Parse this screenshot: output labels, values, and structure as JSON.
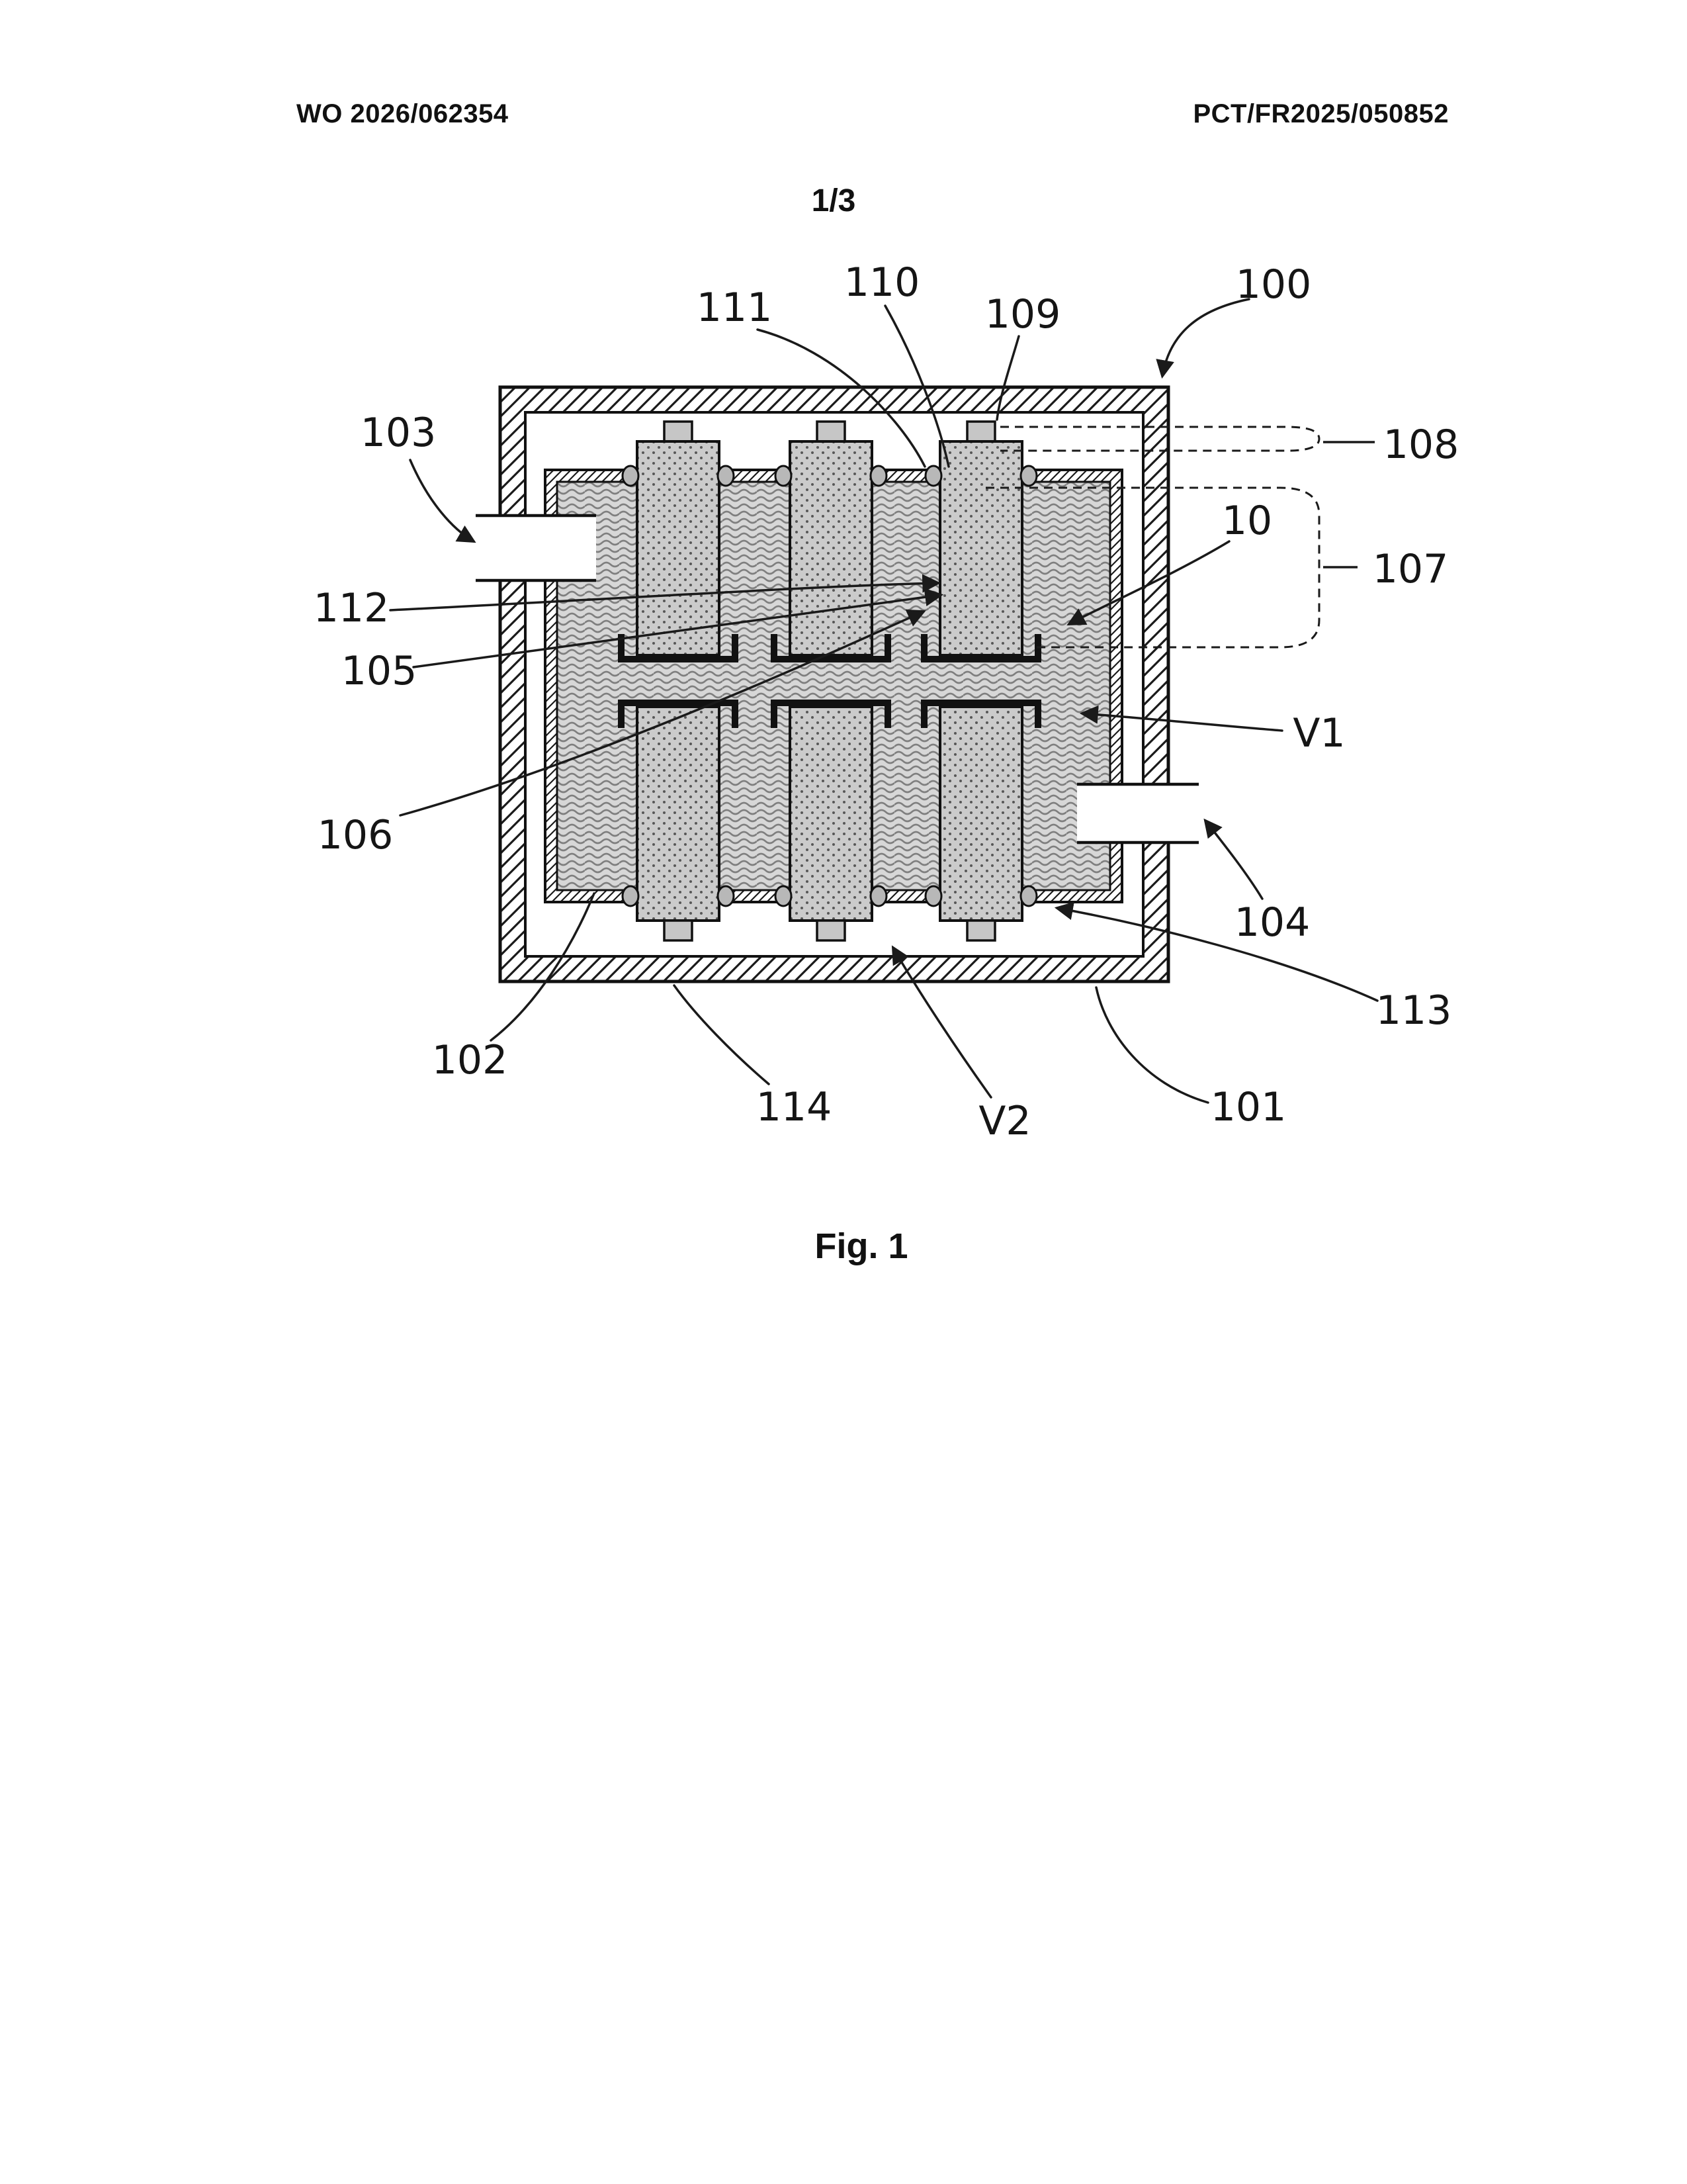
{
  "header": {
    "left": "WO 2026/062354",
    "right": "PCT/FR2025/050852",
    "page_index": "1/3"
  },
  "figure": {
    "caption": "Fig. 1"
  },
  "labels": {
    "l100": "100",
    "l101": "101",
    "l102": "102",
    "l103": "103",
    "l104": "104",
    "l105": "105",
    "l106": "106",
    "l107": "107",
    "l108": "108",
    "l109": "109",
    "l110": "110",
    "l111": "111",
    "l112": "112",
    "l113": "113",
    "l114": "114",
    "l10": "10",
    "v1": "V1",
    "v2": "V2"
  }
}
